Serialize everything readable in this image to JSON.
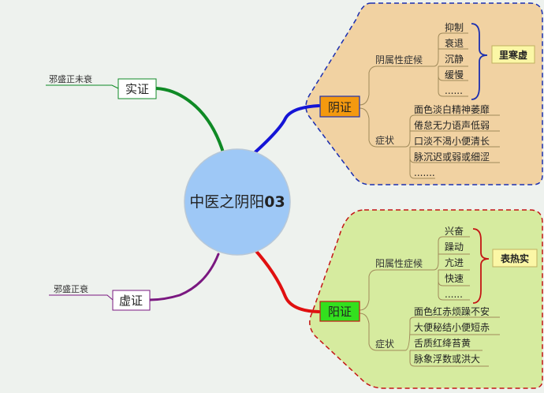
{
  "center": {
    "title": "中医之阴阳",
    "number": "03"
  },
  "shi_zheng": {
    "label": "实证",
    "note": "邪盛正未衰"
  },
  "xu_zheng": {
    "label": "虚证",
    "note": "邪盛正衰"
  },
  "yin_zheng": {
    "label": "阴证",
    "attr_heading": "阴属性症候",
    "attrs": [
      "抑制",
      "衰退",
      "沉静",
      "缓慢",
      "......"
    ],
    "summary": "里寒虚",
    "symptom_heading": "症状",
    "symptoms": [
      "面色淡白精神萎靡",
      "倦怠无力语声低弱",
      "口淡不渴小便清长",
      "脉沉迟或弱或细涩",
      "......."
    ]
  },
  "yang_zheng": {
    "label": "阳证",
    "attr_heading": "阳属性症候",
    "attrs": [
      "兴奋",
      "躁动",
      "亢进",
      "快速",
      "......"
    ],
    "summary": "表热实",
    "symptom_heading": "症状",
    "symptoms": [
      "面色红赤烦躁不安",
      "大便秘结小便短赤",
      "舌质红绛苔黄",
      "脉象浮数或洪大"
    ]
  },
  "colors": {
    "yin_region": "#f1d2a2",
    "yin_border": "#1c2fb0",
    "yin_node": "#f4990f",
    "yang_region": "#d6eb9f",
    "yang_border": "#c41515",
    "yang_node": "#33e01e",
    "center": "#9ec8f6",
    "summary_box": "#fbf7a6",
    "branch_green": "#0f8a25",
    "branch_blue": "#1515d6",
    "branch_red": "#e01010",
    "branch_purple": "#7a1880",
    "connector": "#a08a5a"
  }
}
